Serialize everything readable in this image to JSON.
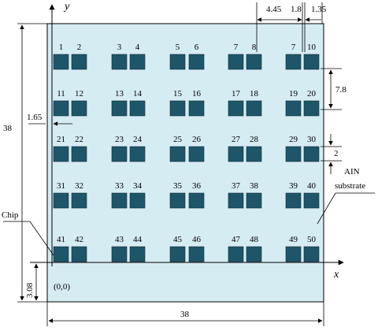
{
  "colors": {
    "substrate": "#d6ecf3",
    "chip": "#1e5569",
    "line": "#000000"
  },
  "axes": {
    "x_label": "x",
    "y_label": "y",
    "origin_label": "(0,0)"
  },
  "dimensions": {
    "width_bottom": "38",
    "height_left": "38",
    "offset_left": "1.65",
    "offset_bottom": "3.08",
    "top_gap": "4.45",
    "top_chip_width": "1.8",
    "top_right_gap": "1.35",
    "row_pitch": "7.8",
    "chip_height": "2"
  },
  "annotations": {
    "chip_label": "Chip",
    "substrate_label_line1": "AIN",
    "substrate_label_line2": "substrate"
  },
  "chip_rows": [
    [
      "1",
      "2",
      "3",
      "4",
      "5",
      "6",
      "7",
      "8",
      "7",
      "10"
    ],
    [
      "11",
      "12",
      "13",
      "14",
      "15",
      "16",
      "17",
      "18",
      "19",
      "20"
    ],
    [
      "21",
      "22",
      "23",
      "24",
      "25",
      "26",
      "27",
      "28",
      "29",
      "30"
    ],
    [
      "31",
      "32",
      "33",
      "34",
      "35",
      "36",
      "37",
      "38",
      "39",
      "40"
    ],
    [
      "41",
      "42",
      "43",
      "44",
      "45",
      "46",
      "47",
      "48",
      "49",
      "50"
    ]
  ]
}
